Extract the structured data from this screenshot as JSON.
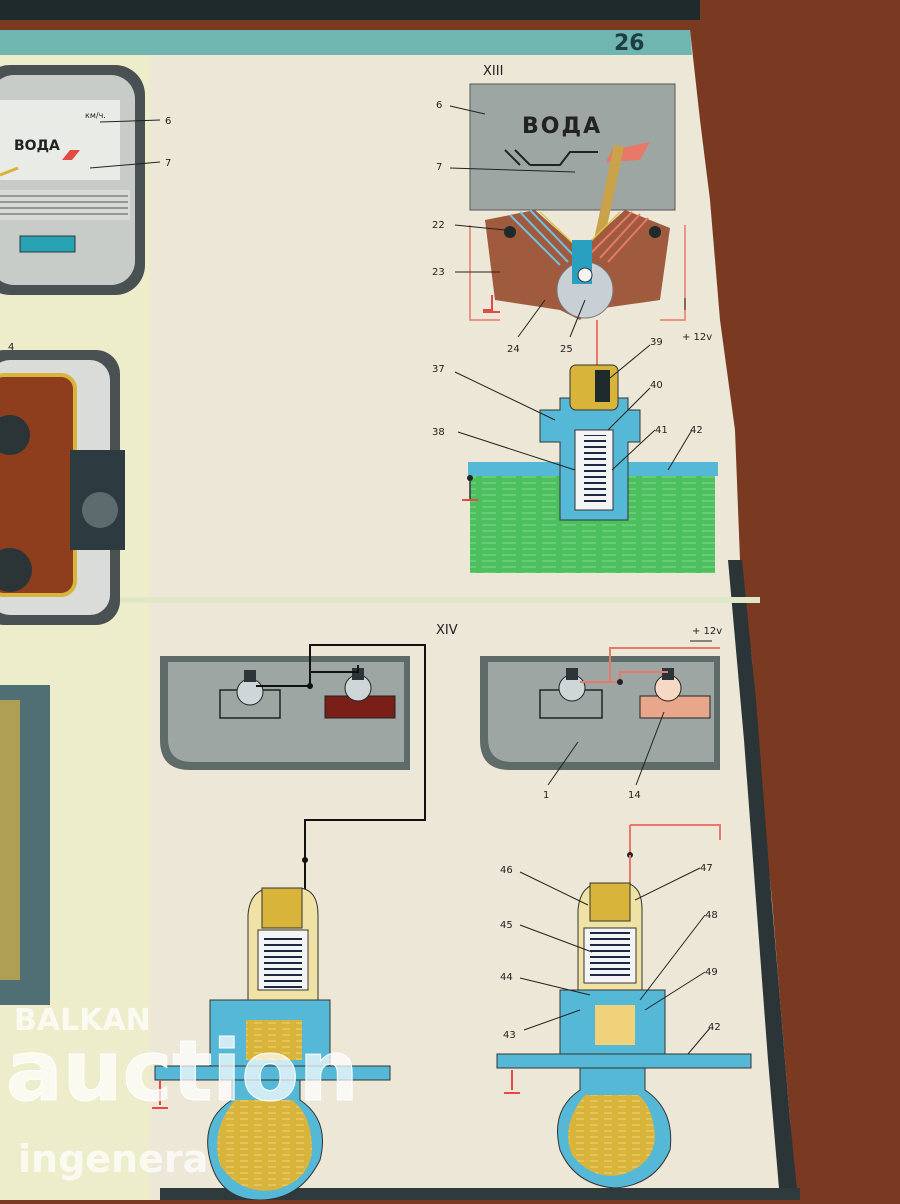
{
  "poster": {
    "page_number": "26",
    "sections": {
      "upper": "XIII",
      "lower": "XIV"
    },
    "gauge": {
      "word": "ВОДА",
      "small_word": "ВОДА",
      "unit": "км/ч."
    },
    "supply_label": "+ 12v",
    "callouts": {
      "c6": "6",
      "c7": "7",
      "c22": "22",
      "c23": "23",
      "c24": "24",
      "c25": "25",
      "c37": "37",
      "c38": "38",
      "c39": "39",
      "c40": "40",
      "c41": "41",
      "c42": "42",
      "c1": "1",
      "c14": "14",
      "c46": "46",
      "c45": "45",
      "c44": "44",
      "c43": "43",
      "c47": "47",
      "c48": "48",
      "c49": "49",
      "c42b": "42",
      "l6": "6",
      "l7": "7",
      "l4": "4"
    }
  },
  "watermark": {
    "line1": "BALKAN",
    "line2": "auction",
    "line3": "ingenera"
  },
  "colors": {
    "poster": "#ece7d6",
    "table": "#7a3a22",
    "blue": "#5bb7d3",
    "green": "#4cbf5f",
    "yellow": "#d8b43a",
    "grey": "#9ea6a4"
  }
}
